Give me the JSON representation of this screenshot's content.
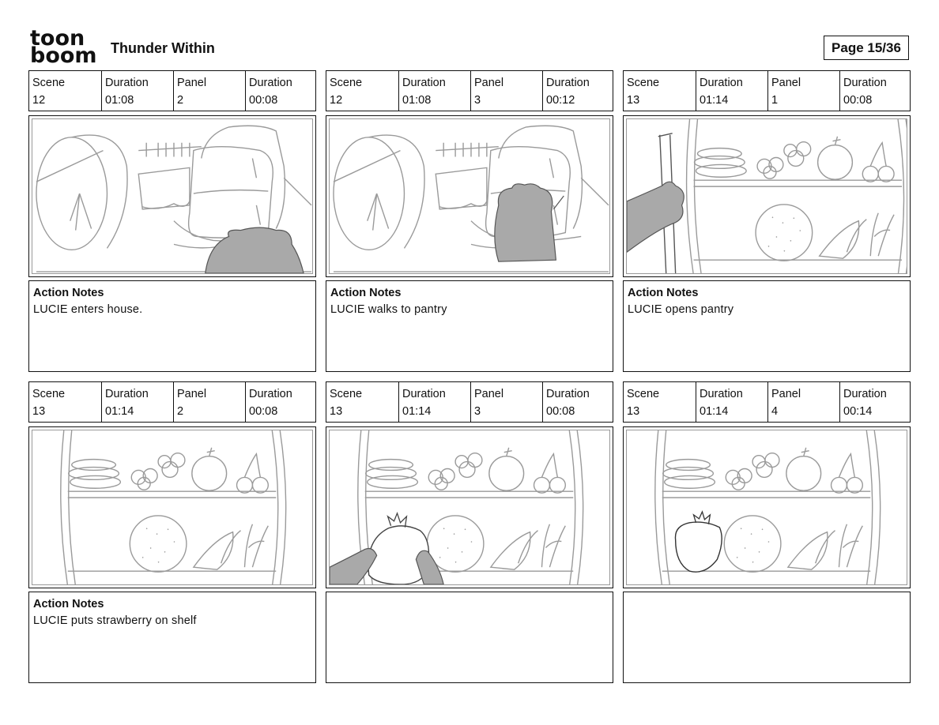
{
  "header": {
    "logo_line1": "toon",
    "logo_line2": "boom",
    "title": "Thunder Within",
    "page": "Page 15/36"
  },
  "labels": {
    "scene": "Scene",
    "duration": "Duration",
    "panel": "Panel",
    "action_notes": "Action Notes"
  },
  "panels": [
    {
      "scene": "12",
      "scene_duration": "01:08",
      "panel": "2",
      "panel_duration": "00:08",
      "notes": "LUCIE enters house."
    },
    {
      "scene": "12",
      "scene_duration": "01:08",
      "panel": "3",
      "panel_duration": "00:12",
      "notes": "LUCIE walks to pantry"
    },
    {
      "scene": "13",
      "scene_duration": "01:14",
      "panel": "1",
      "panel_duration": "00:08",
      "notes": "LUCIE opens pantry"
    },
    {
      "scene": "13",
      "scene_duration": "01:14",
      "panel": "2",
      "panel_duration": "00:08",
      "notes": "LUCIE puts strawberry on shelf"
    },
    {
      "scene": "13",
      "scene_duration": "01:14",
      "panel": "3",
      "panel_duration": "00:08",
      "notes": ""
    },
    {
      "scene": "13",
      "scene_duration": "01:14",
      "panel": "4",
      "panel_duration": "00:14",
      "notes": ""
    }
  ],
  "colors": {
    "sketch_line": "#9a9a9a",
    "character_fill": "#a9a9a9",
    "border": "#111111"
  }
}
